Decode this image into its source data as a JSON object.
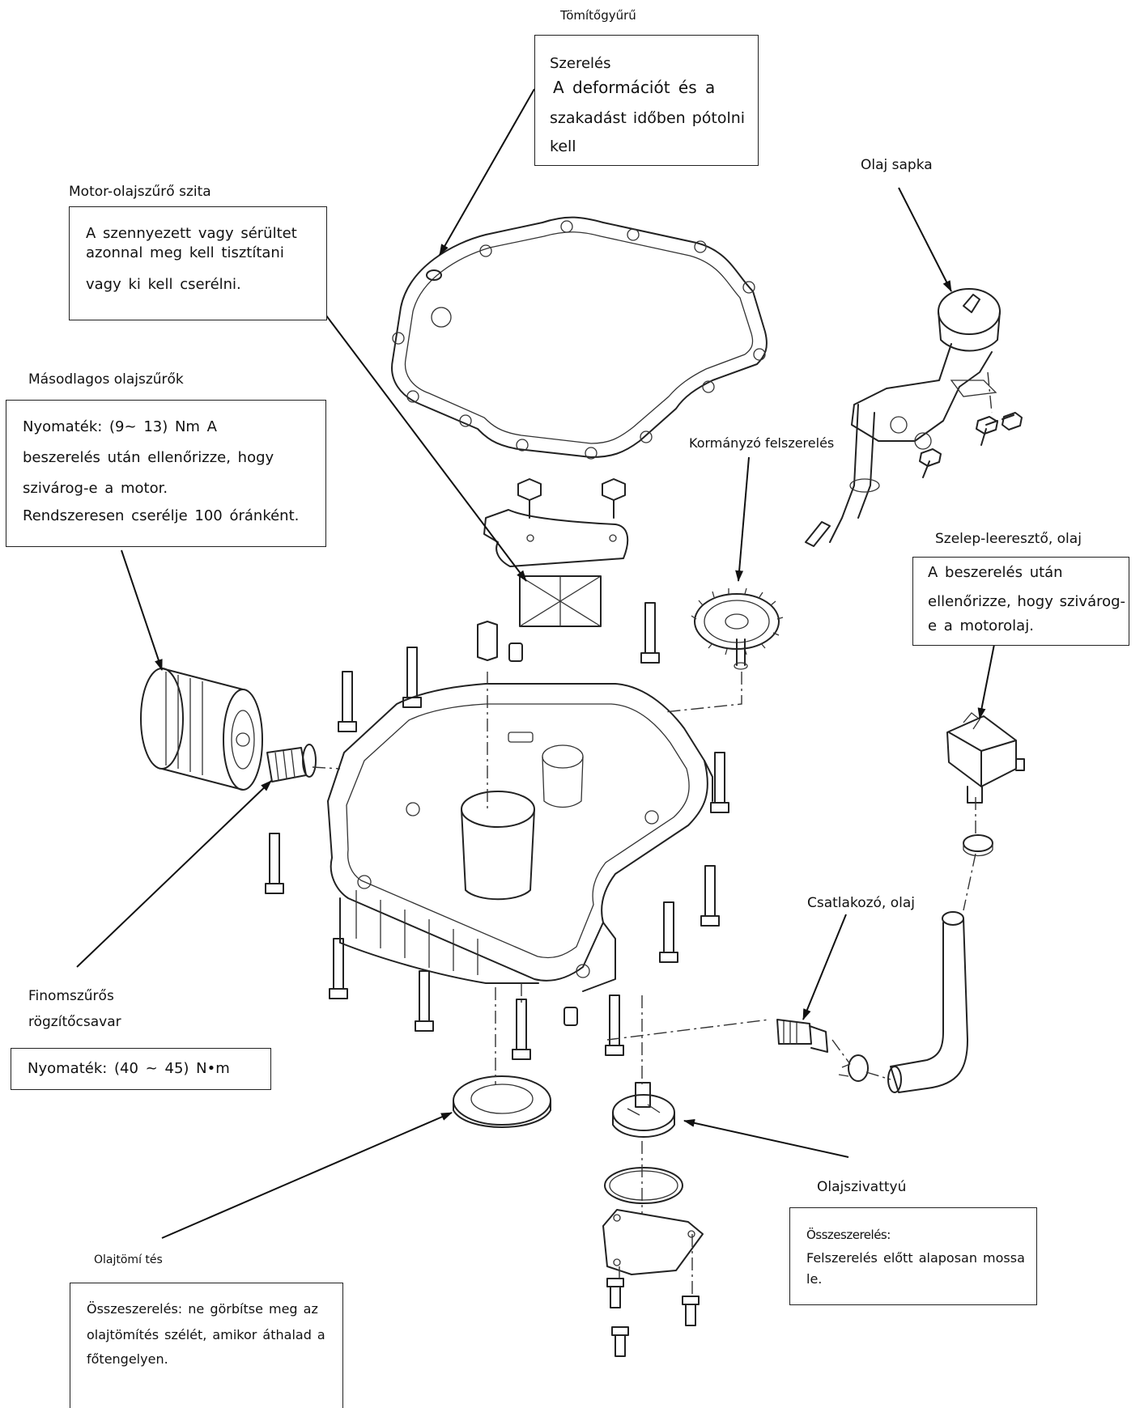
{
  "callouts": {
    "gasket_ring": {
      "label": "Tömítőgyűrű",
      "box_lines": [
        "Szerelés",
        "A deformációt és a",
        "szakadást időben pótolni",
        "kell"
      ]
    },
    "oil_cap": {
      "label": "Olaj sapka"
    },
    "motor_screen": {
      "label": "Motor-olajszűrő szita",
      "box_lines": [
        "A szennyezett vagy sérültet",
        "azonnal meg kell tisztítani",
        "vagy ki kell cserélni."
      ]
    },
    "secondary_filter": {
      "label": "Másodlagos olajszűrők",
      "box_lines": [
        "Nyomaték: (9~ 13) Nm A",
        "beszerelés után ellenőrizze, hogy",
        "szivárog-e a motor.",
        "Rendszeresen cserélje 100 óránként."
      ]
    },
    "governor": {
      "label": "Kormányzó felszerelés"
    },
    "drain_valve": {
      "label": "Szelep-leeresztő, olaj",
      "box_lines": [
        "A beszerelés után",
        "ellenőrizze, hogy szivárog-",
        "e a motorolaj."
      ]
    },
    "connector": {
      "label": "Csatlakozó, olaj"
    },
    "fine_filter_bolt": {
      "label_lines": [
        "Finomszűrős",
        "rögzítőcsavar"
      ],
      "box_lines": [
        "Nyomaték: (40 ~ 45) N•m"
      ]
    },
    "oil_pump": {
      "label": "Olajszivattyú",
      "box_lines": [
        "Összeszerelés:",
        "Felszerelés előtt alaposan mossa",
        "le."
      ]
    },
    "oil_seal": {
      "label": "Olajtömí tés",
      "box_lines": [
        "Összeszerelés: ne görbítse meg az",
        "olajtömítés szélét, amikor áthalad a",
        "főtengelyen."
      ]
    }
  }
}
